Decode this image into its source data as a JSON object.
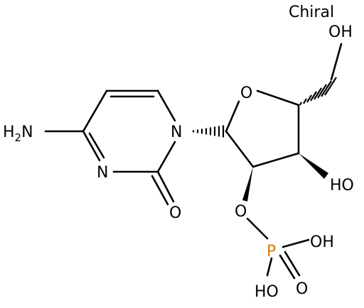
{
  "molecule": {
    "chiral_label": "Chiral",
    "atoms": {
      "nh2": {
        "main": "H",
        "sub": "2",
        "tail": "N"
      },
      "n_ring": "N",
      "n1": "N",
      "o_carbonyl": "O",
      "o_ring": "O",
      "oh_top": "OH",
      "oh_3": "HO",
      "o_phos": "O",
      "p": "P",
      "o_p_double": "O",
      "oh_p_right": "OH",
      "oh_p_bottom": "HO"
    },
    "colors": {
      "default": "#000000",
      "phosphorus": "#e07b00"
    }
  }
}
